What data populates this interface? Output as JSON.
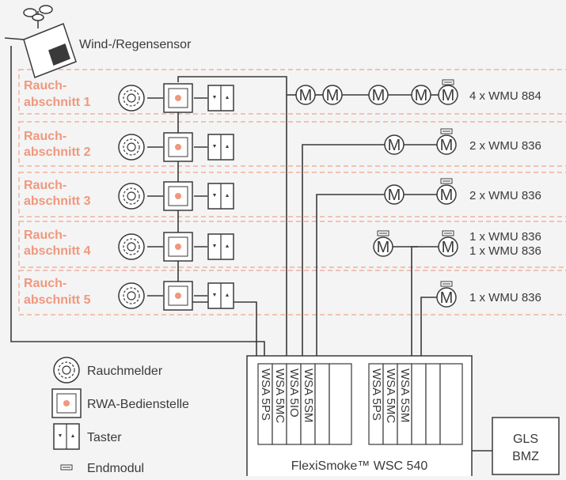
{
  "sensor": {
    "label": "Wind-/Regensensor"
  },
  "zones": [
    {
      "label_line1": "Rauch-",
      "label_line2": "abschnitt  1",
      "motors_label": "4 x WMU 884"
    },
    {
      "label_line1": "Rauch-",
      "label_line2": "abschnitt  2",
      "motors_label": "2 x WMU 836"
    },
    {
      "label_line1": "Rauch-",
      "label_line2": "abschnitt  3",
      "motors_label": "2 x WMU 836"
    },
    {
      "label_line1": "Rauch-",
      "label_line2": "abschnitt  4",
      "motors_label": "1 x WMU 836",
      "motors_label_2": "1 x WMU 836"
    },
    {
      "label_line1": "Rauch-",
      "label_line2": "abschnitt  5",
      "motors_label": "1 x WMU 836"
    }
  ],
  "motor_symbol": "M",
  "legend": {
    "smoke_detector": "Rauchmelder",
    "control_station": "RWA-Bedienstelle",
    "button": "Taster",
    "end_module": "Endmodul"
  },
  "controller": {
    "name": "FlexiSmoke™ WSC 540",
    "modules_left": [
      "WSA 5PS",
      "WSA 5MC",
      "WSA 5IO",
      "WSA 5SM"
    ],
    "modules_right": [
      "WSA 5PS",
      "WSA 5MC",
      "WSA 5SM"
    ]
  },
  "bmz": {
    "line1": "GLS",
    "line2": "BMZ"
  },
  "colors": {
    "accent": "#f0987e",
    "line": "#3a3a3a",
    "background": "#f4f4f4",
    "dash": "#f0a48c"
  }
}
